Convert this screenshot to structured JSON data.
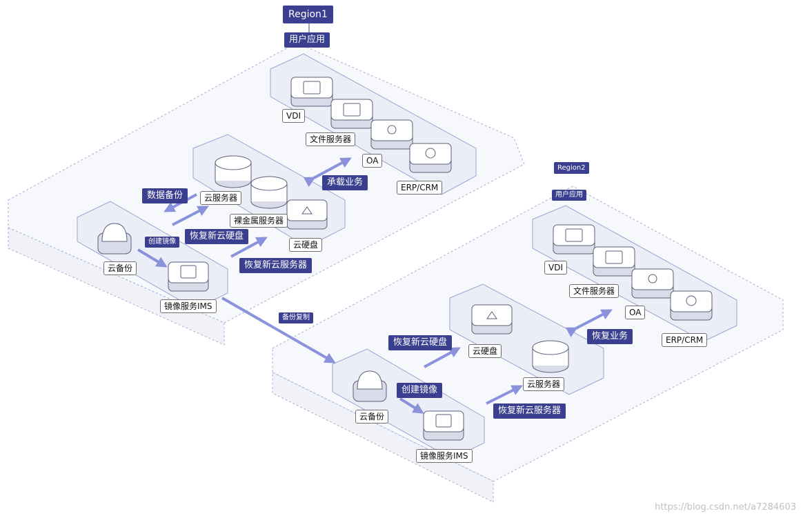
{
  "region1": {
    "title": "Region1",
    "user_app_tag": "用户应用",
    "apps": [
      "VDI",
      "文件服务器",
      "OA",
      "ERP/CRM"
    ],
    "servers": [
      "云服务器",
      "裸金属服务器",
      "云硬盘"
    ],
    "backup": [
      "云备份",
      "镜像服务IMS"
    ],
    "actions": {
      "carry_business": "承载业务",
      "data_backup": "数据备份",
      "restore_disk": "恢复新云硬盘",
      "restore_server": "恢复新云服务器",
      "create_image": "创建镜像"
    }
  },
  "replication_tag": "备份复制",
  "region2": {
    "title": "Region2",
    "user_app_tag": "用户应用",
    "apps": [
      "VDI",
      "文件服务器",
      "OA",
      "ERP/CRM"
    ],
    "servers": [
      "云硬盘",
      "云服务器"
    ],
    "backup": [
      "云备份",
      "镜像服务IMS"
    ],
    "actions": {
      "restore_business": "恢复业务",
      "restore_disk": "恢复新云硬盘",
      "restore_server": "恢复新云服务器",
      "create_image": "创建镜像"
    }
  },
  "watermark": "https://blog.csdn.net/a7284603",
  "colors": {
    "tag_bg": "#3a3f8f",
    "arrow": "#8a92dc",
    "platform_stroke": "#a6aedb"
  }
}
